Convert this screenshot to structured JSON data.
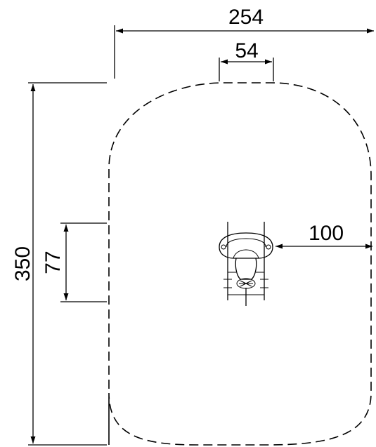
{
  "dimensions": {
    "overall_width": "254",
    "top_inset": "54",
    "overall_height": "350",
    "side_inset": "77",
    "right_offset": "100"
  },
  "colors": {
    "line": "#000000",
    "background": "#ffffff"
  }
}
